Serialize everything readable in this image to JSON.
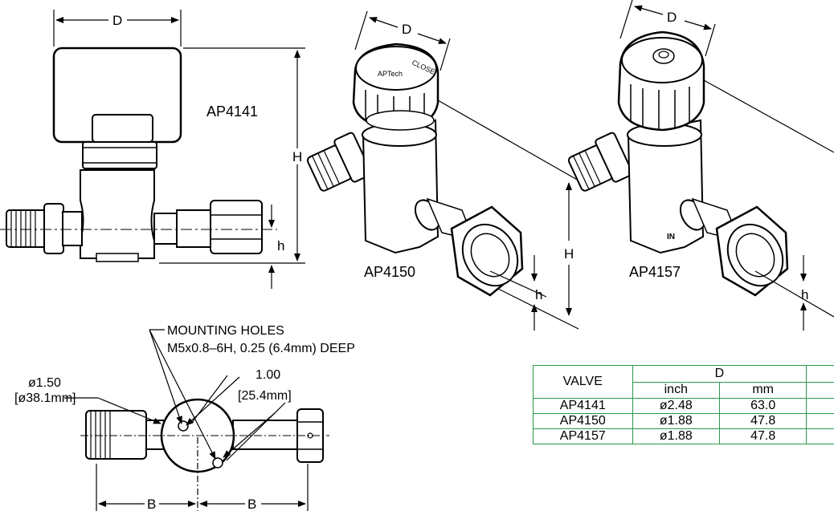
{
  "views": {
    "ap4141": {
      "model": "AP4141",
      "dim_d": "D",
      "dim_h_upper": "H",
      "dim_h_lower": "h"
    },
    "ap4150": {
      "model": "AP4150",
      "dim_d": "D",
      "dim_h_upper": "H",
      "dim_h_lower": "h"
    },
    "ap4157": {
      "model": "AP4157",
      "dim_d": "D",
      "dim_h_lower": "h",
      "port_label": "IN"
    },
    "bottom": {
      "mounting_title": "MOUNTING HOLES",
      "mounting_spec": "M5x0.8–6H, 0.25 (6.4mm) DEEP",
      "dia_inch": "ø1.50",
      "dia_mm": "[ø38.1mm]",
      "spacing_inch": "1.00",
      "spacing_mm": "[25.4mm]",
      "dim_b_left": "B",
      "dim_b_right": "B"
    }
  },
  "table": {
    "col_valve": "VALVE",
    "col_d": "D",
    "col_inch": "inch",
    "col_mm": "mm",
    "rows": [
      {
        "valve": "AP4141",
        "inch": "ø2.48",
        "mm": "63.0"
      },
      {
        "valve": "AP4150",
        "inch": "ø1.88",
        "mm": "47.8"
      },
      {
        "valve": "AP4157",
        "inch": "ø1.88",
        "mm": "47.8"
      }
    ]
  },
  "colors": {
    "table_border": "#2a9a4a",
    "line": "#000000",
    "body_fill": "#ffffff"
  }
}
